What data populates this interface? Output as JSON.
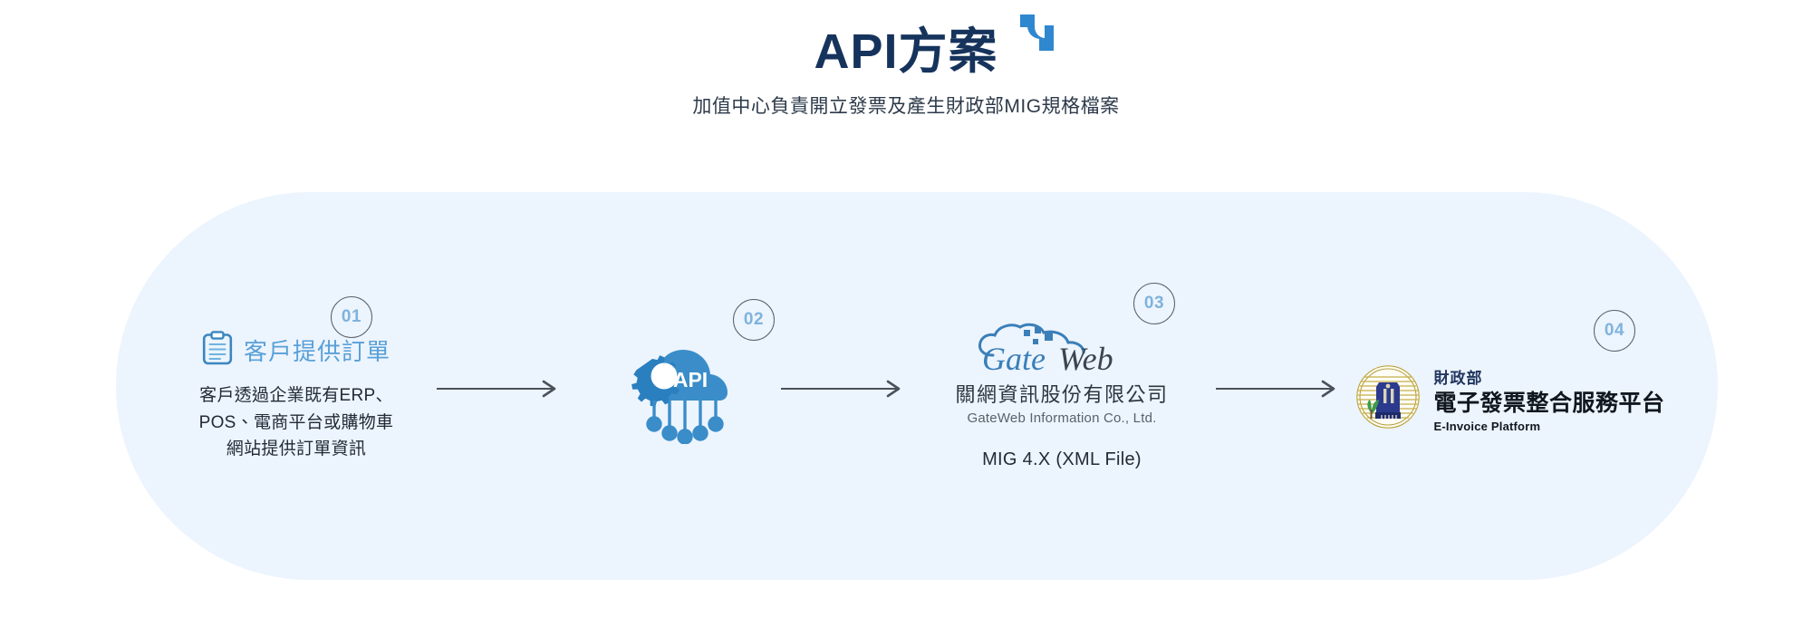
{
  "header": {
    "title": "API方案",
    "subtitle": "加值中心負責開立發票及產生財政部MIG規格檔案",
    "decoration_icon": "step-blocks-decoration-icon",
    "title_color": "#16335c",
    "decoration_color": "#2f87cf"
  },
  "flow": {
    "background_color": "#ecf4fd",
    "accent_color": "#59a0d8",
    "arrow_color": "#4a5158",
    "steps": [
      {
        "number": "01",
        "icon": "clipboard-icon",
        "heading": "客戶提供訂單",
        "description": "客戶透過企業既有ERP、POS、電商平台或購物車網站提供訂單資訊"
      },
      {
        "number": "02",
        "icon": "api-cloud-gear-icon",
        "icon_label": "API",
        "heading": "",
        "description": ""
      },
      {
        "number": "03",
        "icon": "gateweb-cloud-logo-icon",
        "logo_text_primary": "Gate",
        "logo_text_secondary": "Web",
        "company_zh": "關網資訊股份有限公司",
        "company_en": "GateWeb Information Co., Ltd.",
        "description": "MIG 4.X (XML File)"
      },
      {
        "number": "04",
        "icon": "ministry-of-finance-emblem-icon",
        "department": "財政部",
        "platform_zh": "電子發票整合服務平台",
        "platform_en": "E-Invoice Platform"
      }
    ],
    "arrows": [
      {
        "name": "arrow-step1-to-step2"
      },
      {
        "name": "arrow-step2-to-step3"
      },
      {
        "name": "arrow-step3-to-step4"
      }
    ]
  }
}
